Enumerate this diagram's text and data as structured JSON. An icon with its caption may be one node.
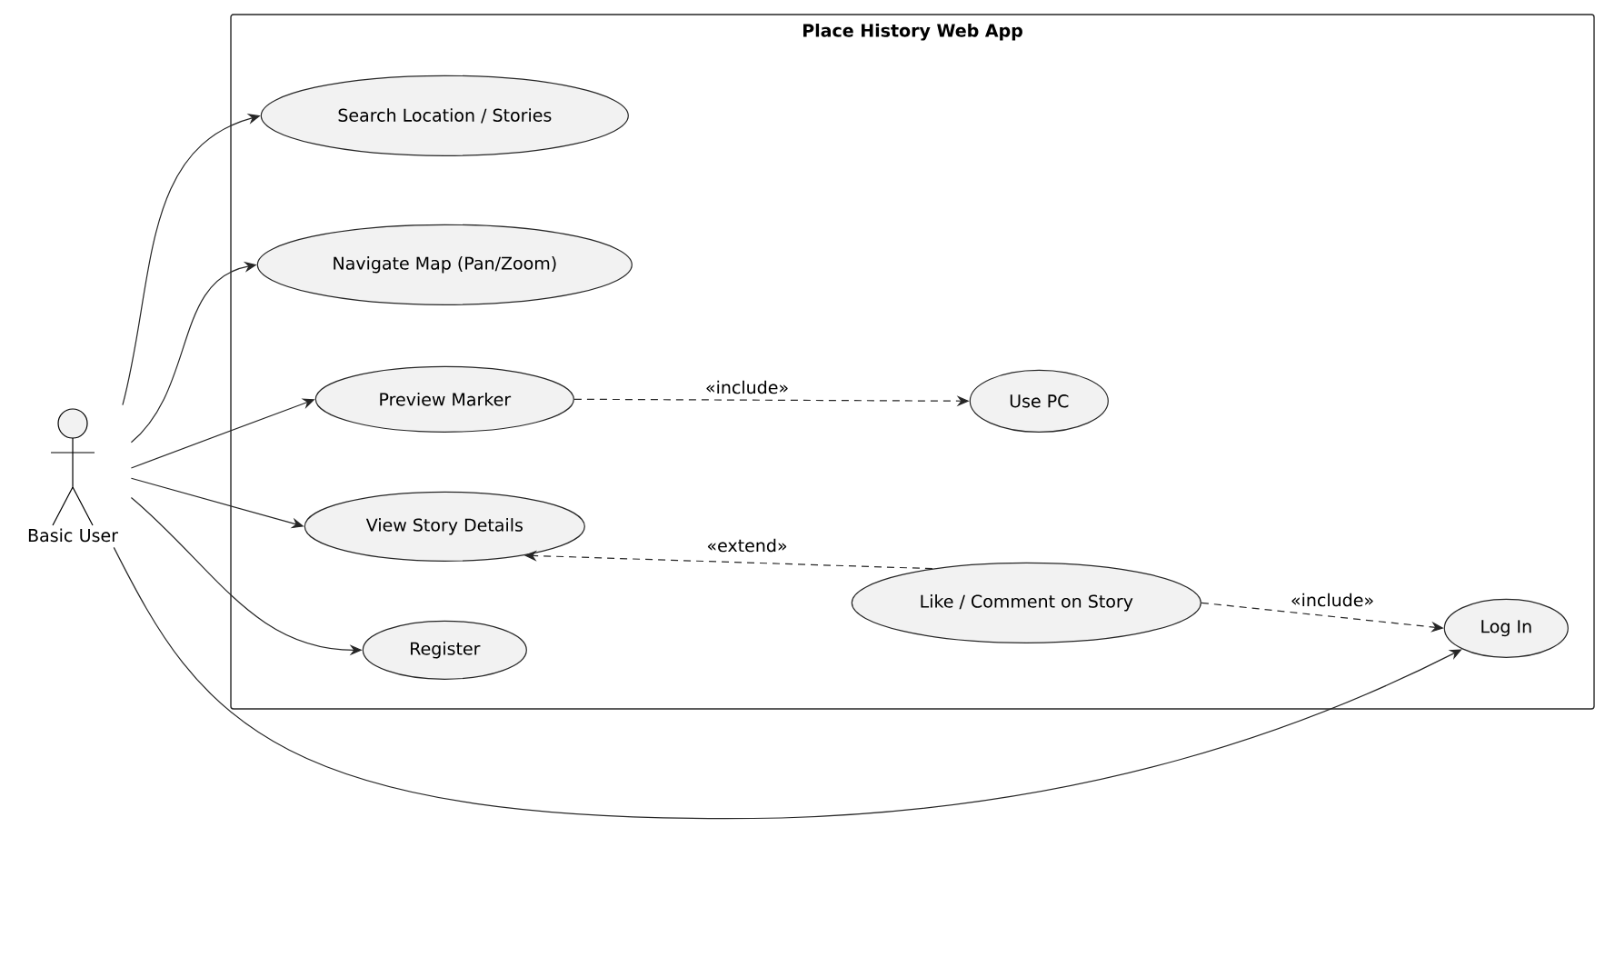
{
  "diagram": {
    "nodes": [
      {
        "text": [
          "Place History Web App"
        ]
      },
      {
        "text": [
          "Basic User"
        ]
      },
      {
        "text": [
          "Search Location / Stories"
        ],
        "in": 0
      },
      {
        "text": [
          "Navigate Map (Pan/Zoom)"
        ],
        "in": 0
      },
      {
        "text": [
          "Preview Marker"
        ],
        "in": 0
      },
      {
        "text": [
          "Use PC"
        ],
        "in": 0
      },
      {
        "text": [
          "View Story Details"
        ],
        "in": 0
      },
      {
        "text": [
          "Like / Comment on Story"
        ],
        "in": 0
      },
      {
        "text": [
          "Register"
        ],
        "in": 0
      },
      {
        "text": [
          "Log In"
        ],
        "in": 0
      }
    ],
    "edges": [
      {
        "from": 1,
        "to": 2,
        "arrow": "to"
      },
      {
        "from": 1,
        "to": 3,
        "arrow": "to"
      },
      {
        "from": 1,
        "to": 4,
        "arrow": "to"
      },
      {
        "from": 1,
        "to": 6,
        "arrow": "to"
      },
      {
        "from": 1,
        "to": 8,
        "arrow": "to"
      },
      {
        "from": 1,
        "to": 9,
        "arrow": "to"
      },
      {
        "from": 4,
        "to": 5,
        "arrow": "to",
        "style": "dashed",
        "label": "«include»"
      },
      {
        "from": 7,
        "to": 6,
        "arrow": "to",
        "style": "dashed",
        "label": "«extend»"
      },
      {
        "from": 7,
        "to": 9,
        "arrow": "to",
        "style": "dashed",
        "label": "«include»"
      }
    ]
  }
}
